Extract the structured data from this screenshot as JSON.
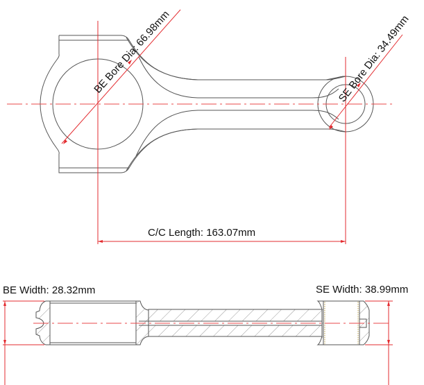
{
  "drawing": {
    "title": "Connecting rod dimension drawing",
    "colors": {
      "outline": "#555555",
      "centerline": "#e8474a",
      "dimension": "#e32b2f",
      "text": "#111111",
      "bushing": "#c8b26a",
      "background": "#ffffff"
    }
  },
  "top_view": {
    "be_bore_label": "BE Bore Dia: 66.98mm",
    "se_bore_label": "SE Bore Dia: 34.49mm",
    "cc_length_label": "C/C Length: 163.07mm"
  },
  "side_view": {
    "be_width_label": "BE Width: 28.32mm",
    "se_width_label": "SE Width: 38.99mm"
  },
  "dimensions": {
    "be_bore_diameter_mm": 66.98,
    "se_bore_diameter_mm": 34.49,
    "center_to_center_length_mm": 163.07,
    "be_width_mm": 28.32,
    "se_width_mm": 38.99
  }
}
